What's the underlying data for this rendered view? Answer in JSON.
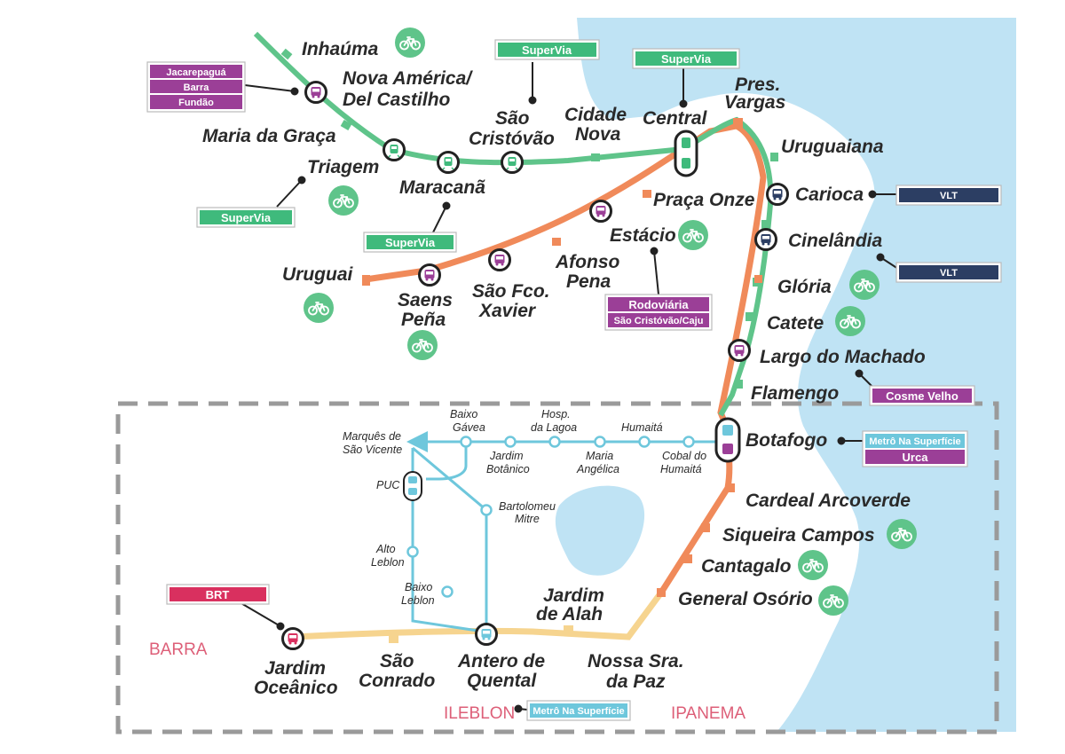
{
  "stations": {
    "inhauma": "Inhaúma",
    "nova_america_1": "Nova América/",
    "nova_america_2": "Del Castilho",
    "maria_da_graca": "Maria da Graça",
    "triagem": "Triagem",
    "maracana": "Maracanã",
    "sao_cristovao_1": "São",
    "sao_cristovao_2": "Cristóvão",
    "cidade_nova_1": "Cidade",
    "cidade_nova_2": "Nova",
    "central": "Central",
    "pres_vargas_1": "Pres.",
    "pres_vargas_2": "Vargas",
    "uruguaiana": "Uruguaiana",
    "carioca": "Carioca",
    "cinelandia": "Cinelândia",
    "gloria": "Glória",
    "catete": "Catete",
    "largo_do_machado": "Largo do Machado",
    "flamengo": "Flamengo",
    "botafogo": "Botafogo",
    "cardeal_arcoverde": "Cardeal Arcoverde",
    "siqueira_campos": "Siqueira Campos",
    "cantagalo": "Cantagalo",
    "general_osorio": "General Osório",
    "praca_onze": "Praça Onze",
    "estacio": "Estácio",
    "afonso_pena_1": "Afonso",
    "afonso_pena_2": "Pena",
    "sao_fco_xavier_1": "São Fco.",
    "sao_fco_xavier_2": "Xavier",
    "saens_pena_1": "Saens",
    "saens_pena_2": "Peña",
    "uruguai": "Uruguai",
    "nossa_sra_1": "Nossa Sra.",
    "nossa_sra_2": "da Paz",
    "jardim_de_alah_1": "Jardim",
    "jardim_de_alah_2": "de Alah",
    "antero_1": "Antero de",
    "antero_2": "Quental",
    "sao_conrado_1": "São",
    "sao_conrado_2": "Conrado",
    "jardim_oceanico_1": "Jardim",
    "jardim_oceanico_2": "Oceânico"
  },
  "surface_stops": {
    "marques_1": "Marquês de",
    "marques_2": "São Vicente",
    "baixo_gavea_1": "Baixo",
    "baixo_gavea_2": "Gávea",
    "hosp_lagoa_1": "Hosp.",
    "hosp_lagoa_2": "da Lagoa",
    "humaita": "Humaitá",
    "jardim_botanico_1": "Jardim",
    "jardim_botanico_2": "Botânico",
    "maria_angelica_1": "Maria",
    "maria_angelica_2": "Angélica",
    "cobal_1": "Cobal do",
    "cobal_2": "Humaitá",
    "puc": "PUC",
    "bartolomeu_1": "Bartolomeu",
    "bartolomeu_2": "Mitre",
    "alto_leblon_1": "Alto",
    "alto_leblon_2": "Leblon",
    "baixo_leblon_1": "Baixo",
    "baixo_leblon_2": "Leblon"
  },
  "connections": {
    "supervia_1": "SuperVia",
    "supervia_2": "SuperVia",
    "supervia_3": "SuperVia",
    "supervia_4": "SuperVia",
    "jacarepagua": "Jacarepaguá",
    "barra": "Barra",
    "fundao": "Fundão",
    "vlt_1": "VLT",
    "vlt_2": "VLT",
    "rodoviaria": "Rodoviária",
    "sao_cristovao_caju": "São Cristóvão/Caju",
    "cosme_velho": "Cosme Velho",
    "metro_superficie_1": "Metrô Na Superfície",
    "urca": "Urca",
    "brt": "BRT",
    "metro_superficie_2": "Metrô Na Superfície"
  },
  "neighborhoods": {
    "barra": "BARRA",
    "leblon": "ILEBLON",
    "ipanema": "IPANEMA"
  },
  "colors": {
    "line1_orange": "#f08a5a",
    "line2_green": "#5fc48a",
    "line4_sand": "#f6d48f",
    "surface_blue": "#6ec7dc",
    "sea": "#bfe3f4",
    "supervia": "#3fba7c",
    "bus_purple": "#9b3f97",
    "vlt_navy": "#2c3e63",
    "brt_pink": "#d9305f"
  },
  "icons": [
    "bike-icon",
    "train-icon",
    "bus-icon",
    "tram-icon",
    "brt-icon"
  ]
}
